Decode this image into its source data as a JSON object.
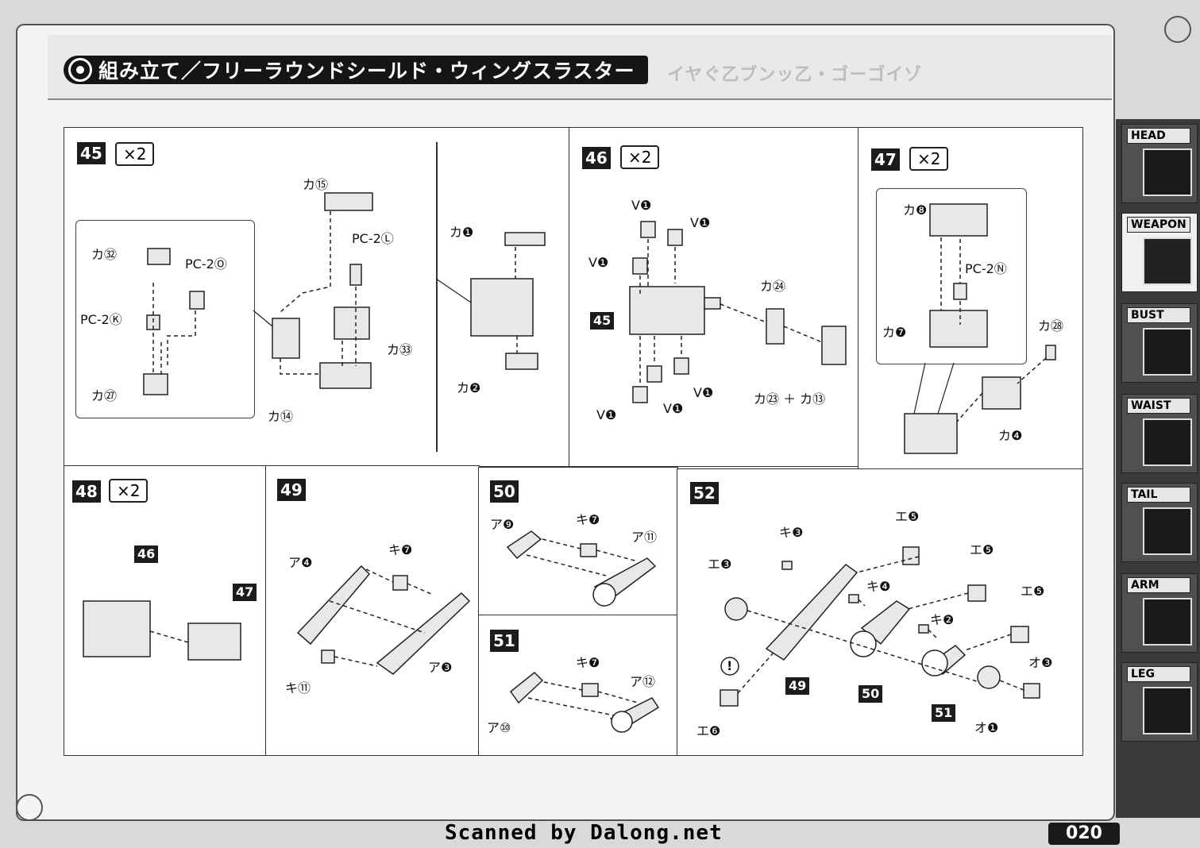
{
  "header": {
    "title": "組み立て／フリーラウンドシールド・ウィングスラスター",
    "ghost_text": "イヤぐ乙ブンッ乙・ゴーゴイゾ"
  },
  "steps": {
    "s45": {
      "num": "45",
      "mult": "×2",
      "labels": [
        "カ⑮",
        "PC-2Ⓛ",
        "カ㉜",
        "PC-2Ⓞ",
        "PC-2Ⓚ",
        "カ㉝",
        "カ㉗",
        "カ⑭",
        "カ❶",
        "カ❷"
      ]
    },
    "s46": {
      "num": "46",
      "mult": "×2",
      "labels": [
        "V❶",
        "V❶",
        "V❶",
        "カ㉔",
        "45",
        "V❶",
        "V❶",
        "V❶",
        "カ㉓ ＋ カ⑬"
      ]
    },
    "s47": {
      "num": "47",
      "mult": "×2",
      "labels": [
        "カ❽",
        "PC-2Ⓝ",
        "カ❼",
        "カ㉘",
        "カ❹"
      ]
    },
    "s48": {
      "num": "48",
      "mult": "×2",
      "labels": [
        "46",
        "47"
      ]
    },
    "s49": {
      "num": "49",
      "labels": [
        "ア❹",
        "キ❼",
        "キ⑪",
        "ア❸"
      ]
    },
    "s50": {
      "num": "50",
      "labels": [
        "ア❾",
        "キ❼",
        "ア⑪"
      ]
    },
    "s51": {
      "num": "51",
      "labels": [
        "キ❼",
        "ア⑫",
        "ア⑩"
      ]
    },
    "s52": {
      "num": "52",
      "labels": [
        "キ❸",
        "エ❺",
        "エ❸",
        "エ❺",
        "キ❹",
        "エ❺",
        "キ❷",
        "オ❸",
        "49",
        "50",
        "51",
        "オ❶",
        "エ❻",
        "!"
      ]
    }
  },
  "sidebar": {
    "tabs": [
      {
        "label": "HEAD",
        "active": false
      },
      {
        "label": "WEAPON",
        "active": true
      },
      {
        "label": "BUST",
        "active": false
      },
      {
        "label": "WAIST",
        "active": false
      },
      {
        "label": "TAIL",
        "active": false
      },
      {
        "label": "ARM",
        "active": false
      },
      {
        "label": "LEG",
        "active": false
      }
    ]
  },
  "footer": {
    "credit": "Scanned by Dalong.net",
    "page_number": "020"
  }
}
